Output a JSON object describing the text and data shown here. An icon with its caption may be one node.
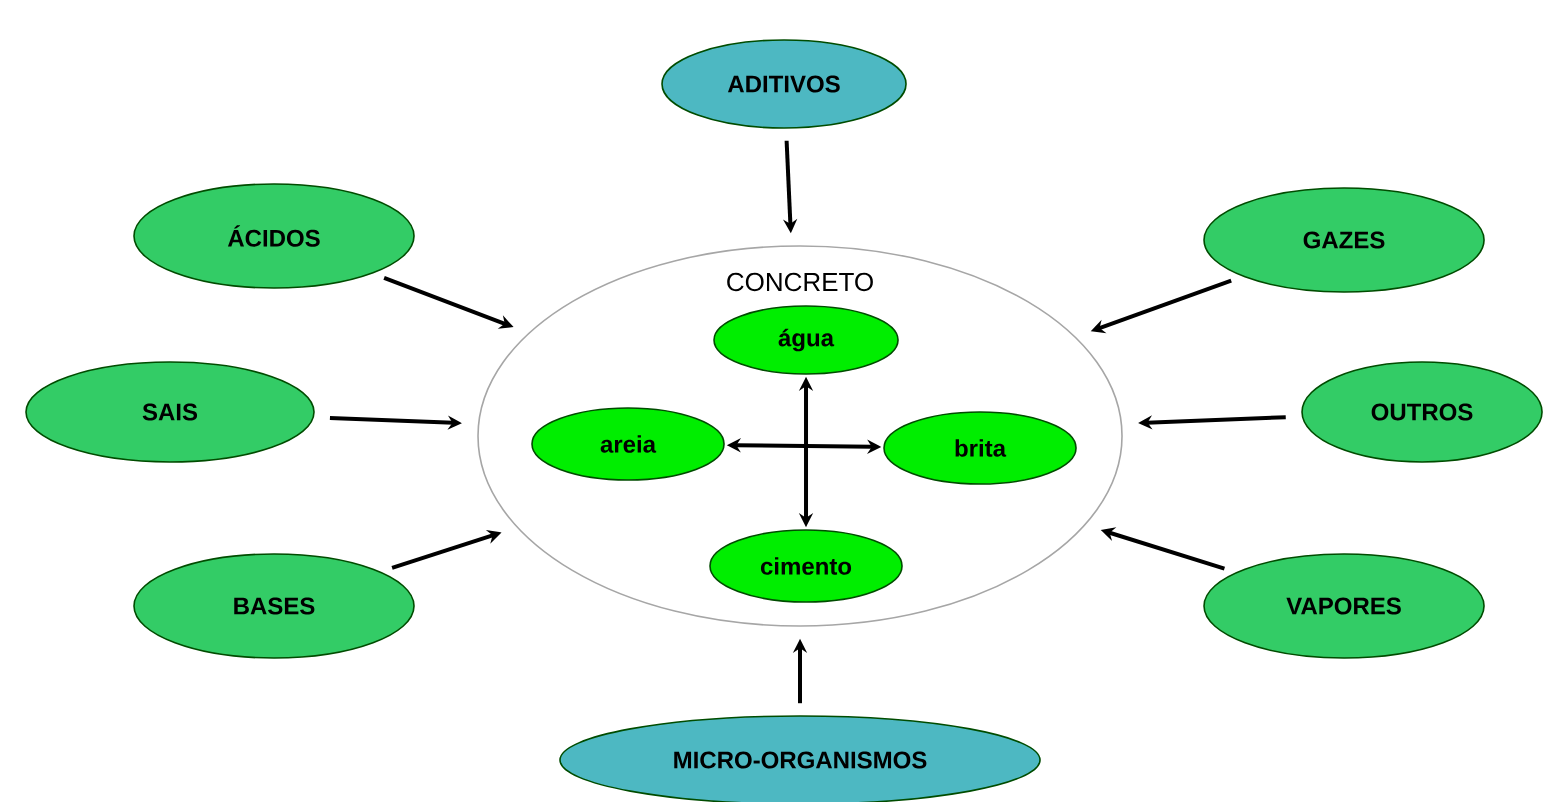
{
  "diagram": {
    "nodes": [
      {
        "text": [
          "ADITIVOS"
        ]
      },
      {
        "text": [
          "ÁCIDOS"
        ]
      },
      {
        "text": [
          "GAZES"
        ]
      },
      {
        "text": [
          "SAIS"
        ]
      },
      {
        "text": [
          "CONCRETO"
        ]
      },
      {
        "text": [
          "água"
        ],
        "in": 4
      },
      {
        "text": [
          "areia"
        ],
        "in": 4
      },
      {
        "text": [
          "brita"
        ],
        "in": 4
      },
      {
        "text": [
          "cimento"
        ],
        "in": 4
      },
      {
        "text": [
          "OUTROS"
        ]
      },
      {
        "text": [
          "BASES"
        ]
      },
      {
        "text": [
          "VAPORES"
        ]
      },
      {
        "text": [
          "MICRO-ORGANISMOS"
        ]
      }
    ],
    "edges": [
      {
        "from": 0,
        "to": 4,
        "arrow": "to"
      },
      {
        "from": 1,
        "to": 4,
        "arrow": "to"
      },
      {
        "from": 2,
        "to": 4,
        "arrow": "to"
      },
      {
        "from": 3,
        "to": 4,
        "arrow": "to"
      },
      {
        "from": 9,
        "to": 4,
        "arrow": "to"
      },
      {
        "from": 10,
        "to": 4,
        "arrow": "to"
      },
      {
        "from": 11,
        "to": 4,
        "arrow": "to"
      },
      {
        "from": 12,
        "to": 4,
        "arrow": "to"
      },
      {
        "from": 6,
        "to": 7,
        "arrow": "both"
      },
      {
        "from": 5,
        "to": 8,
        "arrow": "both"
      }
    ]
  }
}
